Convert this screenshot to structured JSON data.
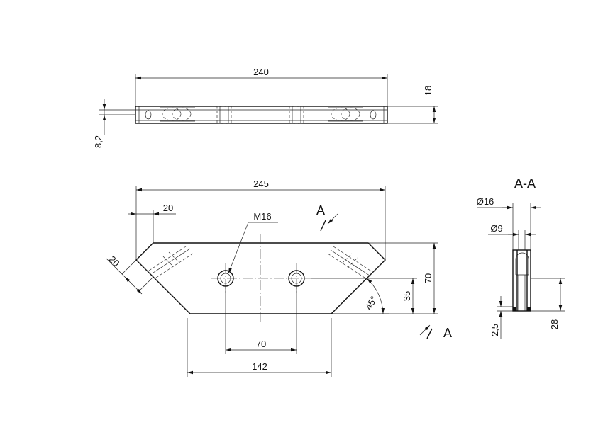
{
  "top_view": {
    "overall_length": "240",
    "thickness": "18",
    "offset": "8,2"
  },
  "front_view": {
    "overall_length": "245",
    "chamfer_width": "20",
    "chamfer_side": "20",
    "thread": "M16",
    "hole_spacing": "70",
    "base_length": "142",
    "height": "70",
    "hole_height": "35",
    "angle": "45°",
    "section_mark": "A"
  },
  "section_view": {
    "title": "A-A",
    "outer_diameter": "Ø16",
    "inner_diameter": "Ø9",
    "depth": "28",
    "step": "2,5"
  }
}
